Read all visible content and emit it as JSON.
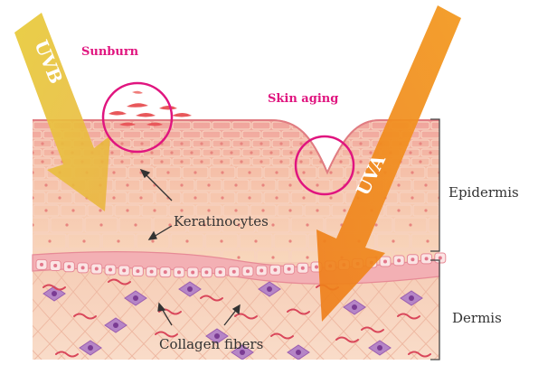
{
  "labels": {
    "uvb": "UVB",
    "uva": "UVA",
    "sunburn": "Sunburn",
    "skin_aging": "Skin aging",
    "keratinocytes": "Keratinocytes",
    "collagen_fibers": "Collagen fibers",
    "epidermis": "Epidermis",
    "dermis": "Dermis"
  },
  "colors": {
    "highlight_magenta": "#e0157f",
    "uvb_yellow": "#e9c93a",
    "uva_orange": "#f08a1c",
    "epidermis_top": "#f2a7a0",
    "epidermis_bottom": "#f9dcc1",
    "basal_pink": "#ef9aa6",
    "dermis_peach": "#f7d3bd",
    "cell_purple": "#9b5db1",
    "fiber_red": "#d9465a",
    "text_dark": "#333333"
  }
}
